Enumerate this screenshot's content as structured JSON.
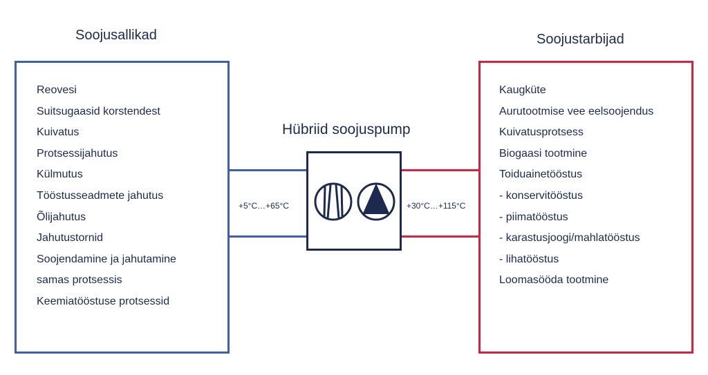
{
  "sources": {
    "title": "Soojusallikad",
    "items": [
      "Reovesi",
      "Suitsugaasid korstendest",
      "Kuivatus",
      "Protsessijahutus",
      "Külmutus",
      "Tööstusseadmete jahutus",
      "Õlijahutus",
      "Jahutustornid",
      "Soojendamine ja jahutamine",
      "samas protsessis",
      "Keemiatööstuse protsessid"
    ],
    "temperature": "+5°C…+65°C",
    "color": "#3d5fae"
  },
  "heat_pump": {
    "title": "Hübriid soojuspump",
    "icons": [
      "compressor-icon",
      "pump-icon"
    ],
    "color": "#1b2a4e"
  },
  "consumers": {
    "title": "Soojustarbijad",
    "items": [
      "Kaugküte",
      "Aurutootmise vee eelsoojendus",
      "Kuivatusprotsess",
      "Biogaasi tootmine",
      "Toiduainetööstus",
      "- konservitööstus",
      "- piimatööstus",
      "- karastusjoogi/mahlatööstus",
      "- lihatööstus",
      "Loomasööda tootmine"
    ],
    "temperature": "+30°C…+115°C",
    "color": "#d8203f"
  }
}
